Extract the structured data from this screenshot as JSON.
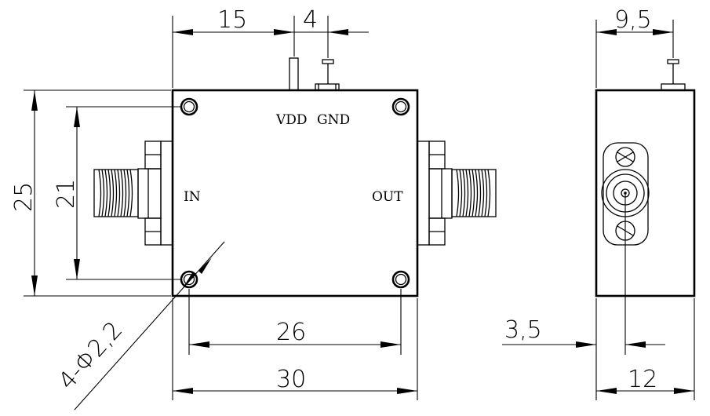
{
  "front_view": {
    "dimensions": {
      "d_top_left": "15",
      "d_top_right": "4",
      "d_height_outer": "25",
      "d_height_inner": "21",
      "d_width_inner": "26",
      "d_width_outer": "30",
      "d_holes": "4-Φ2,2"
    },
    "labels": {
      "vdd": "VDD",
      "gnd": "GND",
      "in": "IN",
      "out": "OUT"
    }
  },
  "side_view": {
    "dimensions": {
      "d_top": "9,5",
      "d_bottom_offset": "3,5",
      "d_bottom_width": "12"
    }
  }
}
